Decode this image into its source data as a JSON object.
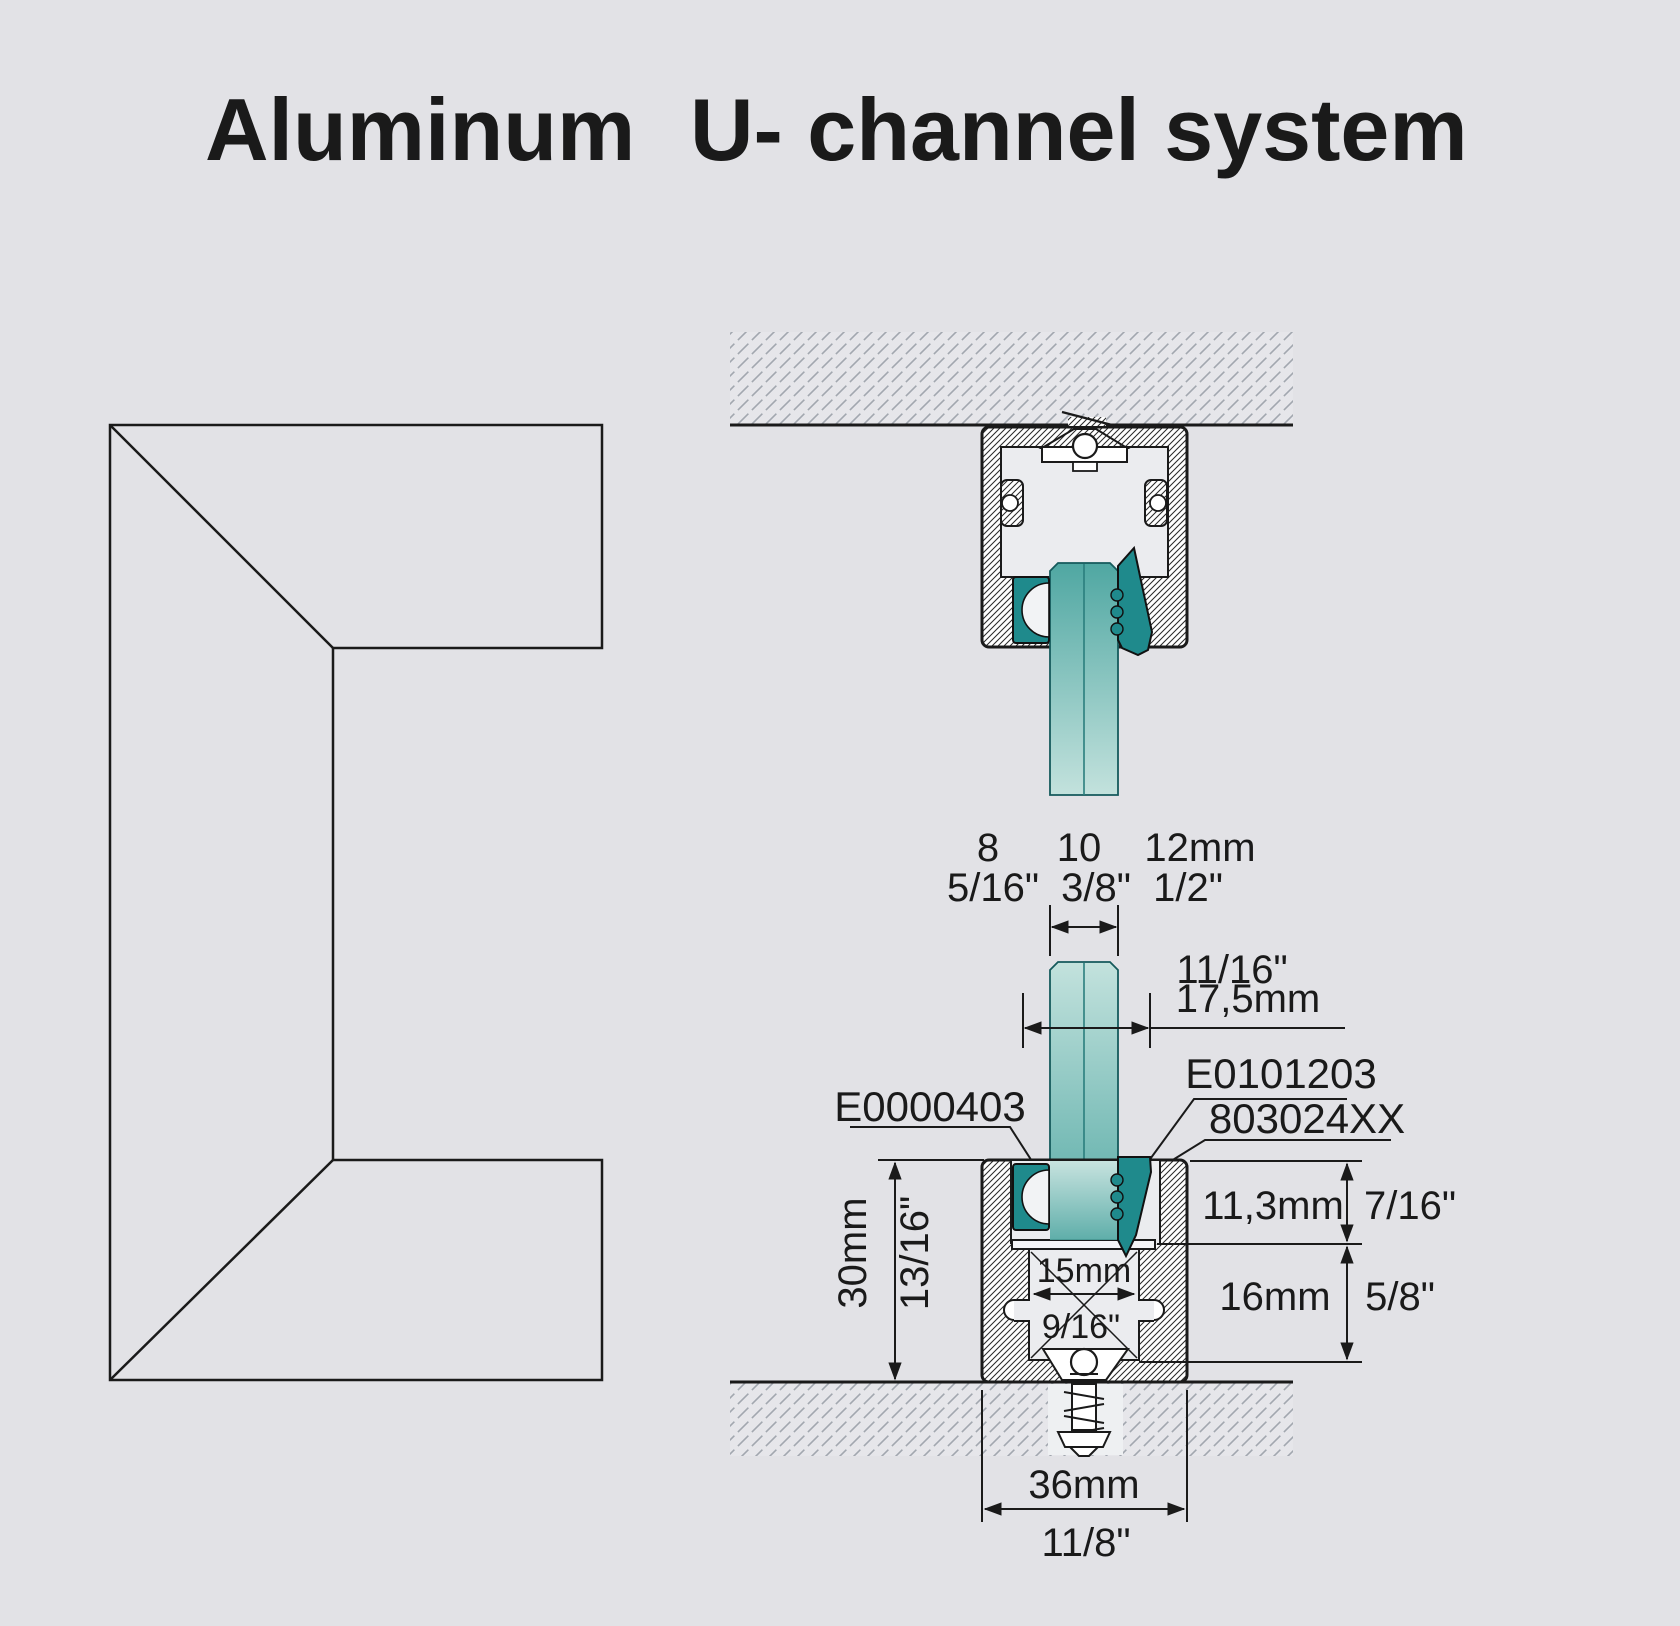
{
  "title": {
    "word1": "Aluminum",
    "word2": "U- channel system"
  },
  "upper_view": {
    "glass_thickness_mm": [
      "8",
      "10",
      "12mm"
    ],
    "glass_thickness_in": [
      "5/16\"",
      "3/8\"",
      "1/2\""
    ]
  },
  "lower_view": {
    "channel_inner_width_in": "11/16\"",
    "channel_inner_width_mm": "17,5mm",
    "part_labels": {
      "side_gasket": "E0000403",
      "wedge_gasket": "E0101203",
      "profile": "803024XX"
    },
    "height_mm": "30mm",
    "height_in": "13/16\"",
    "glass_inset_mm": "11,3mm",
    "glass_inset_in": "7/16\"",
    "cavity_mm": "15mm",
    "cavity_in": "9/16\"",
    "base_mm": "16mm",
    "base_in": "5/8\"",
    "width_mm": "36mm",
    "width_in": "11/8\""
  },
  "colors": {
    "background": "#e2e2e6",
    "teal": "#1f8a8c",
    "glass_dark": "#4fa7a2",
    "glass_light": "#c3e2dd",
    "line": "#1a1a1a"
  }
}
